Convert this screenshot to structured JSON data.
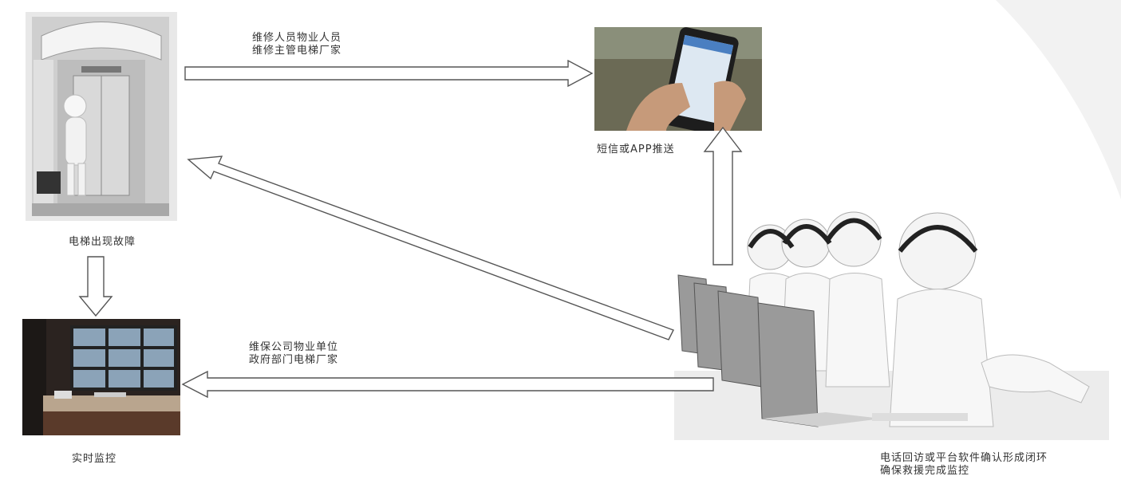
{
  "nodes": {
    "fault": {
      "caption": "电梯出现故障"
    },
    "monitor": {
      "caption": "实时监控"
    },
    "push": {
      "caption": "短信或APP推送"
    },
    "callcenter": {
      "caption_line1": "电话回访或平台软件确认形成闭环",
      "caption_line2": "确保救援完成监控"
    }
  },
  "edges": {
    "fault_to_push": {
      "line1": "维修人员物业人员",
      "line2": "维修主管电梯厂家"
    },
    "callcenter_to_monitor": {
      "line1": "维保公司物业单位",
      "line2": "政府部门电梯厂家"
    }
  },
  "colors": {
    "arrow_fill": "#ffffff",
    "arrow_stroke": "#555555",
    "curve": "#f2f2f2"
  }
}
